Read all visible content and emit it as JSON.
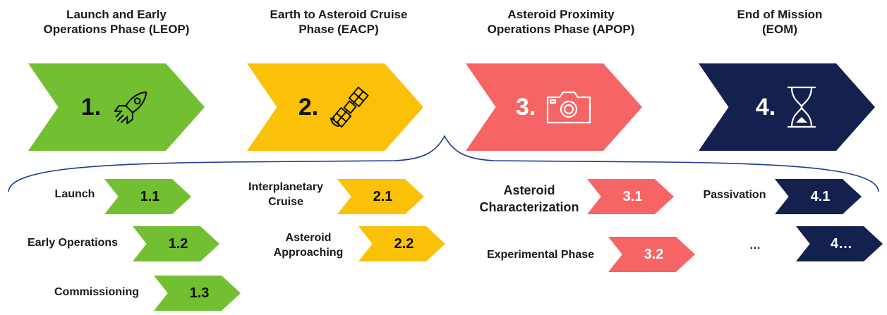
{
  "phases": [
    {
      "title": "Launch and Early\nOperations Phase (LEOP)",
      "number": "1.",
      "icon": "rocket-icon",
      "color": "#72bf31"
    },
    {
      "title": "Earth to Asteroid Cruise\nPhase (EACP)",
      "number": "2.",
      "icon": "satellite-icon",
      "color": "#fbc108"
    },
    {
      "title": "Asteroid Proximity\nOperations Phase (APOP)",
      "number": "3.",
      "icon": "camera-icon",
      "color": "#f56565"
    },
    {
      "title": "End of Mission\n(EOM)",
      "number": "4.",
      "icon": "hourglass-icon",
      "color": "#14214f"
    }
  ],
  "subphases": {
    "leop": [
      {
        "label": "Launch",
        "number": "1.1"
      },
      {
        "label": "Early Operations",
        "number": "1.2"
      },
      {
        "label": "Commissioning",
        "number": "1.3"
      }
    ],
    "eacp": [
      {
        "label": "Interplanetary\nCruise",
        "number": "2.1"
      },
      {
        "label": "Asteroid\nApproaching",
        "number": "2.2"
      }
    ],
    "apop": [
      {
        "label": "Asteroid\nCharacterization",
        "number": "3.1"
      },
      {
        "label": "Experimental Phase",
        "number": "3.2"
      }
    ],
    "eom": [
      {
        "label": "Passivation",
        "number": "4.1"
      },
      {
        "label": "…",
        "number": "4…"
      }
    ]
  }
}
